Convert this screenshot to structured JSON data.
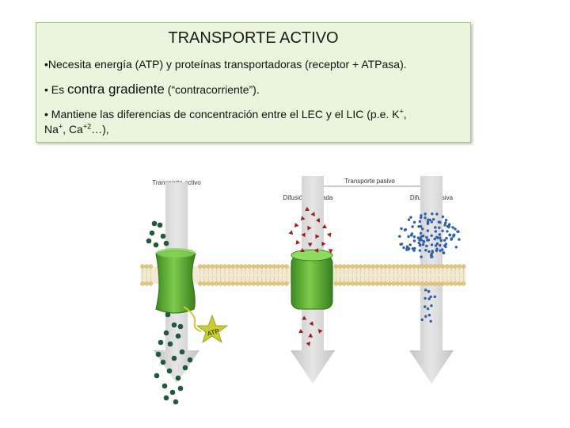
{
  "slide": {
    "title": "TRANSPORTE ACTIVO",
    "bullets": {
      "b1": "•Necesita energía (ATP) y proteínas transportadoras (receptor + ATPasa).",
      "b2_prefix": "• Es ",
      "b2_emphasis": "contra gradiente",
      "b2_suffix": " (“contracorriente”).",
      "b3_part1": "• Mantiene las diferencias de concentración entre el LEC y el LIC (p.e. K",
      "b3_sup1": "+",
      "b3_part2": ",",
      "b3_part3": "Na",
      "b3_sup2": "+",
      "b3_part4": ", Ca",
      "b3_sup3": "+2",
      "b3_part5": "…),"
    }
  },
  "figure": {
    "label_active": "Transporte activo",
    "label_passive": "Transporte pasivo",
    "label_facilitated": "Difusión facilitada",
    "label_simple": "Difusión pasiva",
    "atp_label": "ATP",
    "colors": {
      "arrow": "#d6d6d6",
      "membrane_head": "#e9d59a",
      "protein": "#5aa832",
      "particles_active": "#1f5a3a",
      "particles_facilitated": "#9c1b1b",
      "particles_simple": "#2e5ea8",
      "atp_star": "#c9cf2e"
    }
  }
}
